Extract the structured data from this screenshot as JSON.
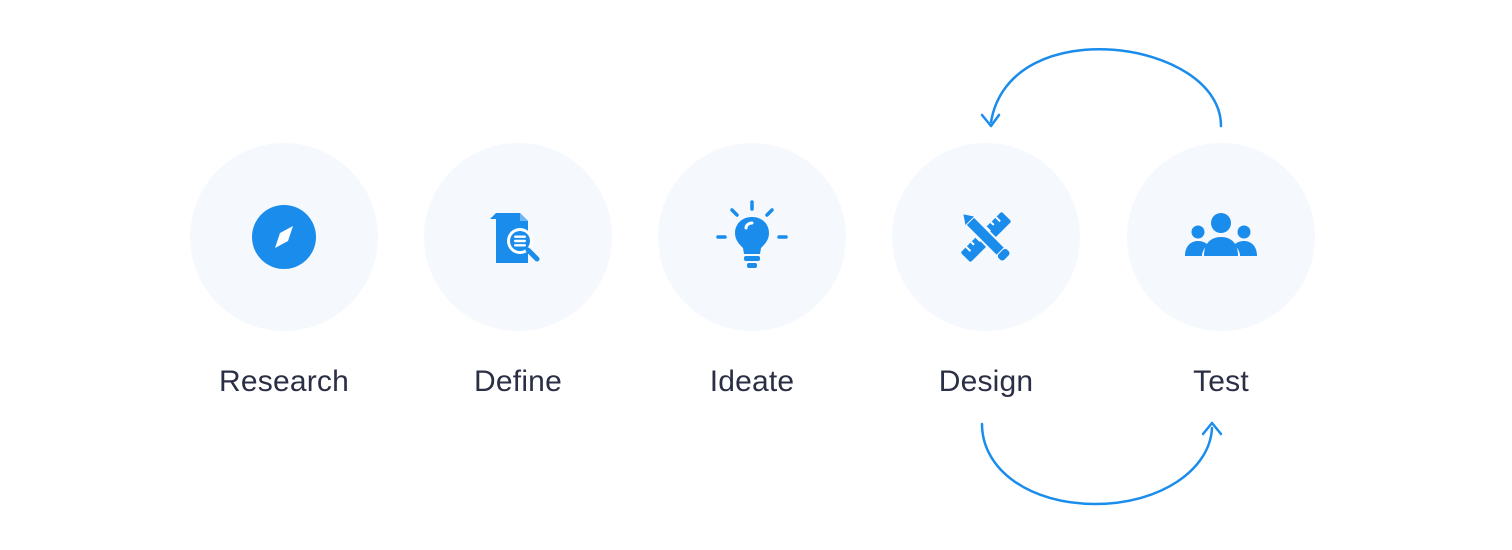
{
  "colors": {
    "accent": "#1a8cec",
    "circle_bg": "#f5f8fd",
    "label_text": "#2b2f45"
  },
  "steps": [
    {
      "label": "Research",
      "icon": "compass-icon"
    },
    {
      "label": "Define",
      "icon": "document-search-icon"
    },
    {
      "label": "Ideate",
      "icon": "lightbulb-icon"
    },
    {
      "label": "Design",
      "icon": "pencil-ruler-icon"
    },
    {
      "label": "Test",
      "icon": "users-group-icon"
    }
  ],
  "connections": [
    {
      "from": "Test",
      "to": "Design",
      "direction": "backward",
      "position": "top"
    },
    {
      "from": "Design",
      "to": "Test",
      "direction": "forward",
      "position": "bottom"
    }
  ]
}
